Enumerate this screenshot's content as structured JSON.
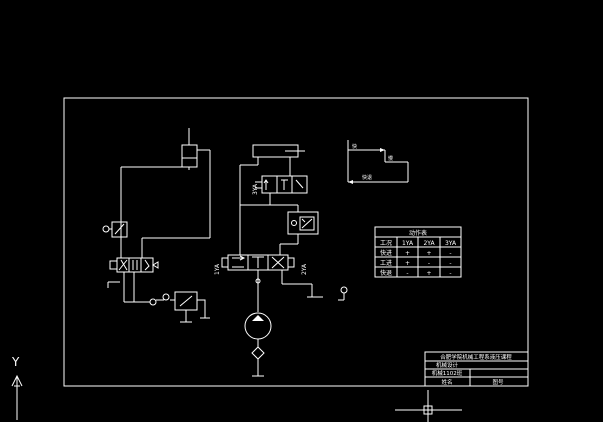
{
  "colors": {
    "background": "#000000",
    "line": "#ffffff",
    "text": "#ffffff"
  },
  "axis": {
    "y_label": "Y"
  },
  "labels": {
    "cylinder_left_arrow": "快",
    "cylinder_right_arrow": "慢",
    "return_arrow": "快退",
    "valve_1ya": "1YA",
    "valve_2ya": "2YA",
    "valve_3ya": "3YA"
  },
  "table": {
    "title": "动作表",
    "headers": [
      "工况",
      "1YA",
      "2YA",
      "3YA"
    ],
    "rows": [
      [
        "快进",
        "+",
        "+",
        "-"
      ],
      [
        "工进",
        "+",
        "-",
        "-"
      ],
      [
        "快退",
        "-",
        "+",
        "-"
      ]
    ]
  },
  "title_block": {
    "line1": "合肥学院机械工程系液压课程",
    "line2": "机械设计",
    "line3": "机械1102班",
    "name_label": "姓名",
    "drawing_label": "图号"
  }
}
